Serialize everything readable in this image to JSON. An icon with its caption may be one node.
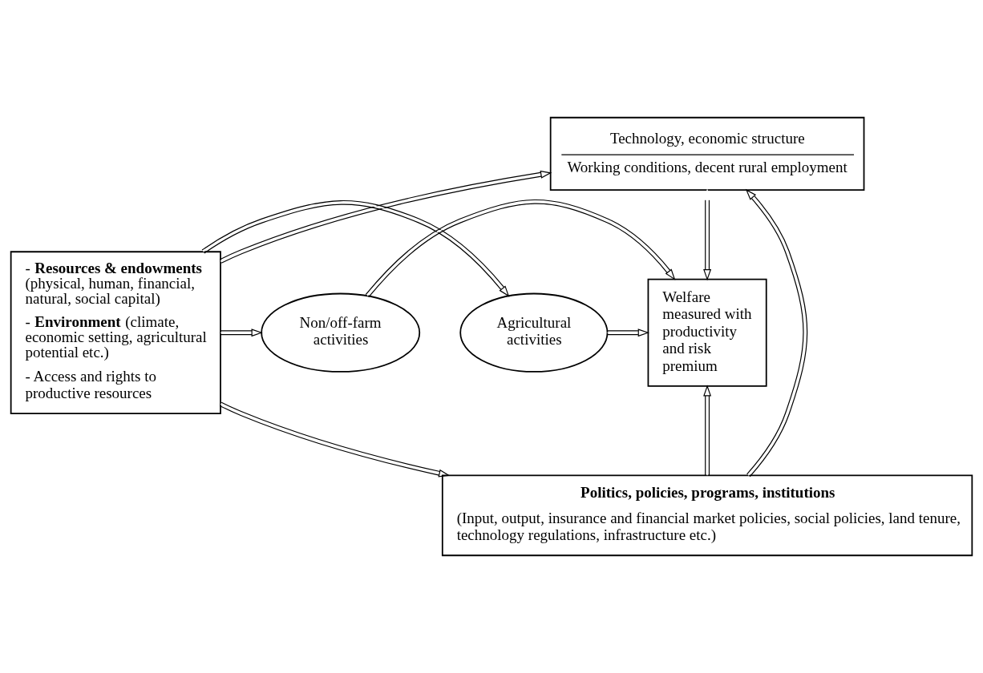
{
  "diagram": {
    "nodes": [
      {
        "text": [
          "Technology, economic structure",
          "Working conditions, decent rural employment"
        ]
      },
      {
        "text": [
          "- **Resources & endowments** (physical, human, financial, natural, social capital)",
          "- **Environment** (climate, economic setting, agricultural potential etc.)",
          "- Access and rights to productive resources"
        ]
      },
      {
        "text": [
          "Agricultural activities"
        ]
      },
      {
        "text": [
          "Non/off-farm activities"
        ]
      },
      {
        "text": [
          "Welfare measured with productivity and risk premium"
        ]
      },
      {
        "text": [
          "Politics, policies, programs, institutions",
          "(Input, output, insurance and financial market policies, social policies, land tenure, technology regulations, infrastructure etc.)"
        ]
      }
    ],
    "edges": [
      {
        "from": 1,
        "to": 0,
        "arrow": "to"
      },
      {
        "from": 5,
        "to": 0,
        "arrow": "to"
      },
      {
        "from": 0,
        "to": 4,
        "arrow": "both"
      },
      {
        "from": 1,
        "to": 5,
        "arrow": "to"
      },
      {
        "from": 5,
        "to": 4,
        "arrow": "to"
      },
      {
        "from": 1,
        "to": 2,
        "arrow": "to"
      },
      {
        "from": 1,
        "to": 3,
        "arrow": "to"
      },
      {
        "from": 2,
        "to": 4,
        "arrow": "to"
      },
      {
        "from": 3,
        "to": 4,
        "arrow": "to"
      }
    ]
  }
}
